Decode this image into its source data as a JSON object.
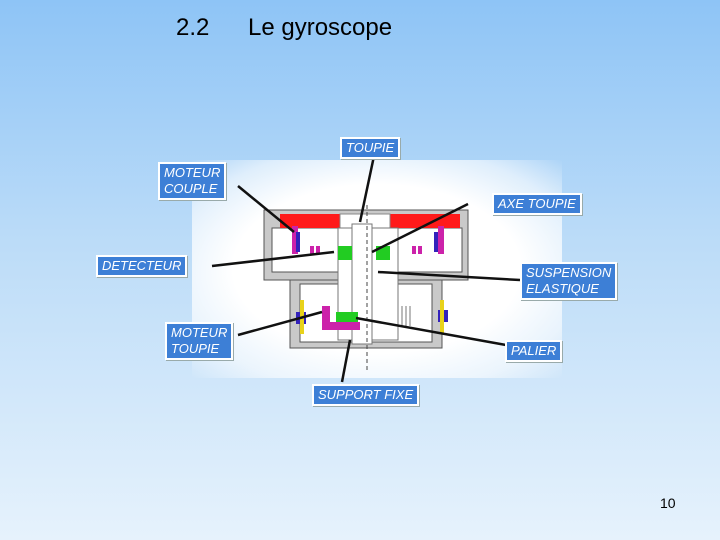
{
  "slide": {
    "number": "2.2",
    "title": "Le gyroscope",
    "page_number": "10"
  },
  "labels": {
    "toupie": "TOUPIE",
    "moteur_couple": "MOTEUR\nCOUPLE",
    "axe_toupie": "AXE TOUPIE",
    "detecteur": "DETECTEUR",
    "suspension": "SUSPENSION\nELASTIQUE",
    "moteur_toupie": "MOTEUR\nTOUPIE",
    "palier": "PALIER",
    "support_fixe": "SUPPORT FIXE"
  },
  "colors": {
    "label_bg": "#3d7fd6",
    "housing": "#c8c8c8",
    "red_part": "#ff1a1a",
    "green_part": "#22cc22",
    "magenta_part": "#cc22aa",
    "blue_part": "#3322bb",
    "yellow_part": "#e8d21a"
  }
}
